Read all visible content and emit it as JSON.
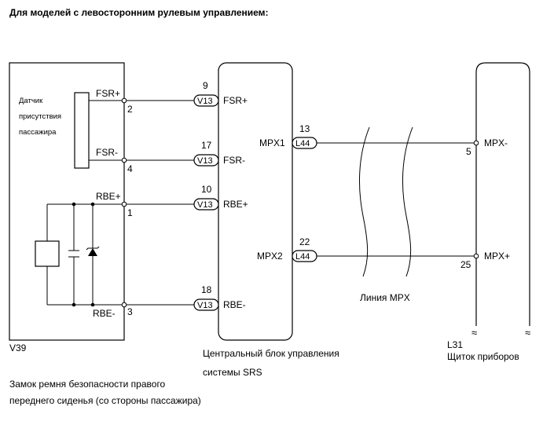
{
  "title": "Для моделей с левосторонним рулевым управлением:",
  "v39": {
    "code": "V39",
    "caption_line1": "Замок ремня безопасности правого",
    "caption_line2": "переднего сиденья (со стороны пассажира)",
    "sensor_label_line1": "Датчик",
    "sensor_label_line2": "присутствия",
    "sensor_label_line3": "пассажира",
    "pins": [
      {
        "label": "FSR+",
        "pin": "2"
      },
      {
        "label": "FSR-",
        "pin": "4"
      },
      {
        "label": "RBE+",
        "pin": "1"
      },
      {
        "label": "RBE-",
        "pin": "3"
      }
    ]
  },
  "connections": [
    {
      "num": "9",
      "conn": "V13",
      "label": "FSR+"
    },
    {
      "num": "17",
      "conn": "V13",
      "label": "FSR-"
    },
    {
      "num": "10",
      "conn": "V13",
      "label": "RBE+"
    },
    {
      "num": "18",
      "conn": "V13",
      "label": "RBE-"
    }
  ],
  "srs": {
    "caption_line1": "Центральный блок управления",
    "caption_line2": "системы SRS",
    "outputs": [
      {
        "label": "MPX1",
        "num": "13",
        "conn": "L44"
      },
      {
        "label": "MPX2",
        "num": "22",
        "conn": "L44"
      }
    ]
  },
  "mpx_line_label": "Линия MPX",
  "l31": {
    "code": "L31",
    "caption": "Щиток приборов",
    "pins": [
      {
        "label": "MPX-",
        "pin": "5"
      },
      {
        "label": "MPX+",
        "pin": "25"
      }
    ],
    "break_symbol": "≈"
  }
}
